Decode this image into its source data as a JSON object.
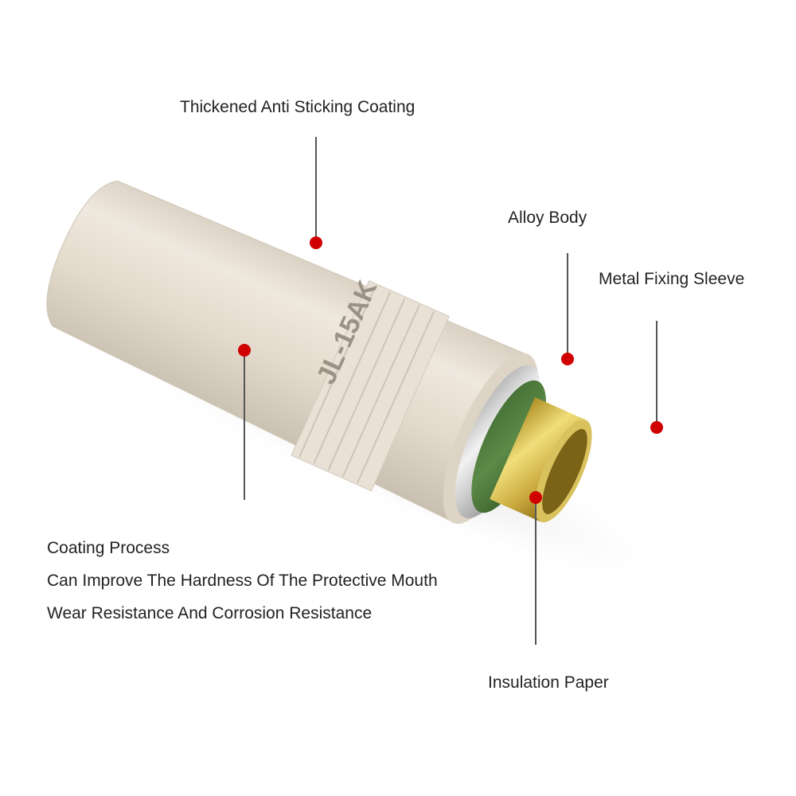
{
  "labels": {
    "anti_sticking_coating": "Thickened Anti Sticking Coating",
    "alloy_body": "Alloy Body",
    "metal_fixing_sleeve": "Metal Fixing Sleeve",
    "insulation_paper": "Insulation Paper"
  },
  "model_marking": "JL-15AK",
  "coating_process": {
    "lines": [
      "Coating Process",
      "Can Improve The Hardness Of The Protective Mouth",
      "Wear Resistance And Corrosion Resistance"
    ]
  },
  "colors": {
    "body_beige": "#e6ddd1",
    "insulation_green": "#4f7a3d",
    "brass_sleeve": "#c9b14a",
    "alloy_ring": "#c8c8c8",
    "marker_red": "#d00000",
    "leader_gray": "#555555"
  }
}
